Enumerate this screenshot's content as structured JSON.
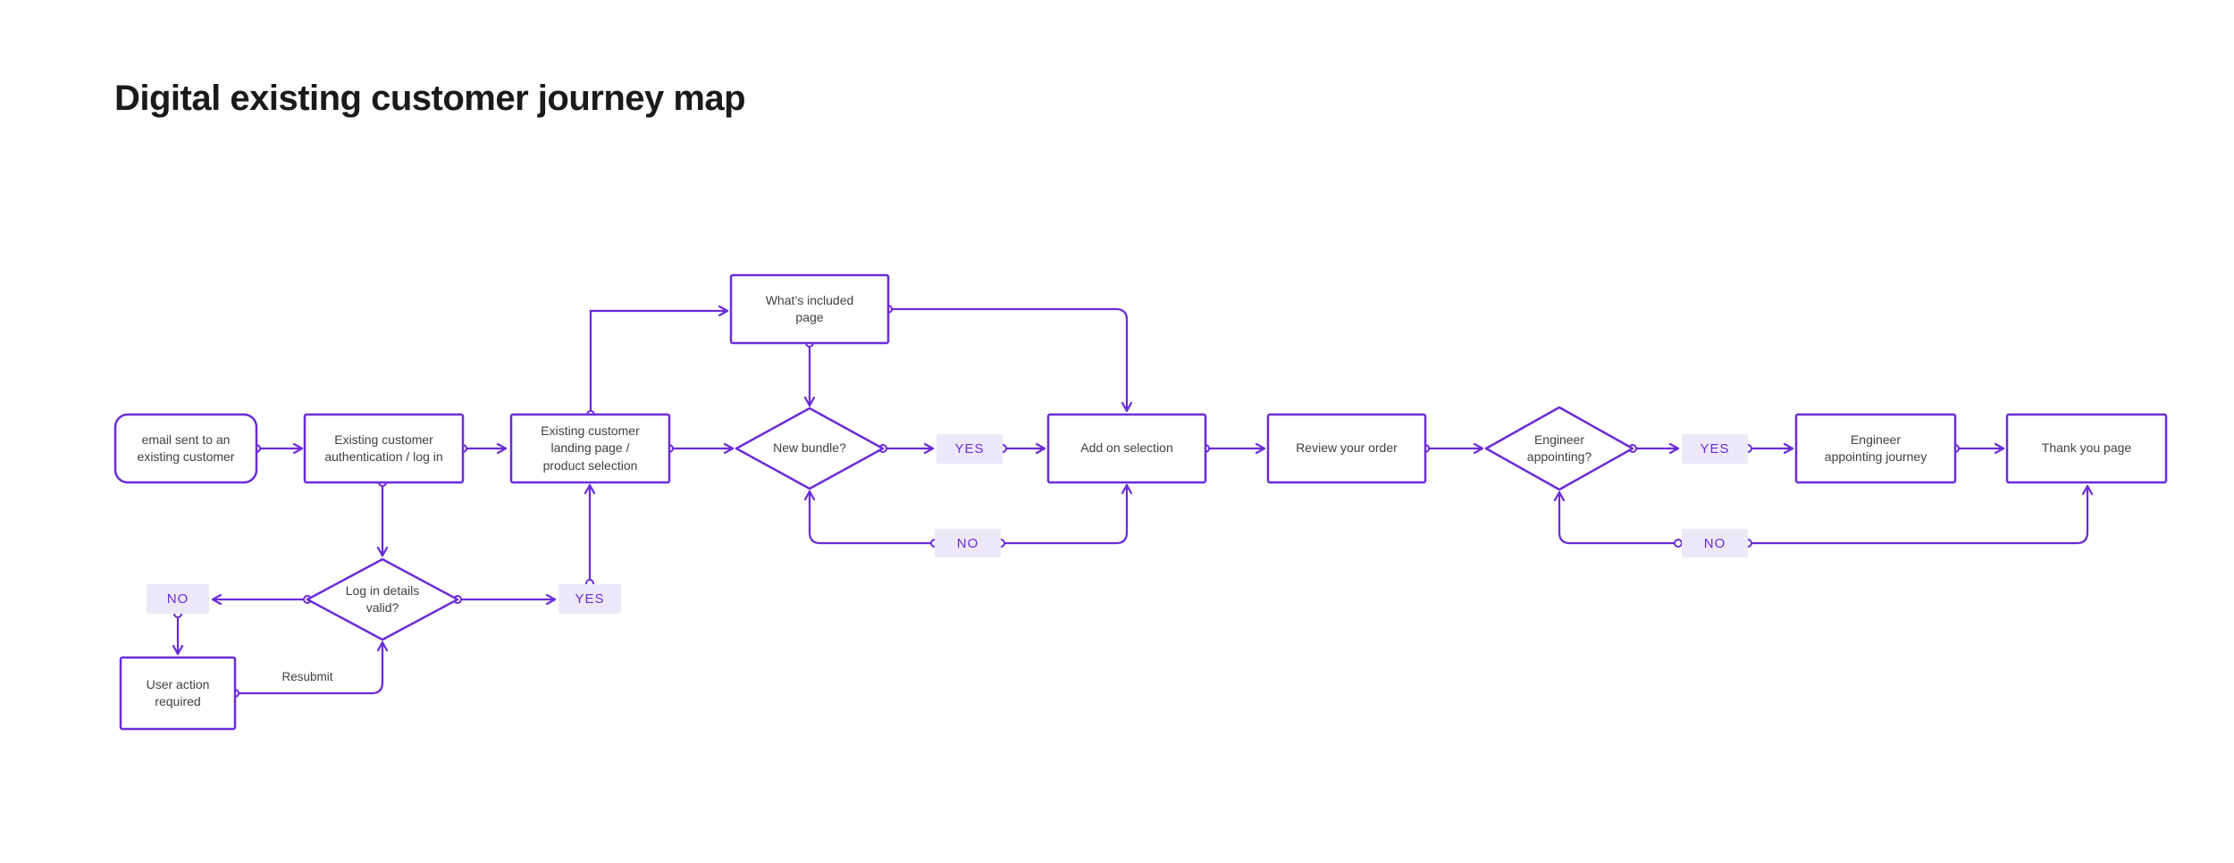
{
  "title": "Digital existing customer journey map",
  "colors": {
    "accent": "#6B2BD8",
    "badge_background": "#EDE8F8",
    "node_text": "#3F3F3F",
    "title_text": "#1A1A1A"
  },
  "nodes": {
    "email": {
      "label": "email sent to an\nexisting customer",
      "shape": "rounded-rectangle"
    },
    "auth": {
      "label": "Existing customer\nauthentication / log in",
      "shape": "rectangle"
    },
    "landing": {
      "label": "Existing customer\nlanding page /\nproduct selection",
      "shape": "rectangle"
    },
    "whats_included": {
      "label": "What’s included\npage",
      "shape": "rectangle"
    },
    "new_bundle": {
      "label": "New bundle?",
      "shape": "diamond"
    },
    "add_on": {
      "label": "Add on selection",
      "shape": "rectangle"
    },
    "review": {
      "label": "Review your order",
      "shape": "rectangle"
    },
    "engineer_appointing": {
      "label": "Engineer\nappointing?",
      "shape": "diamond"
    },
    "engineer_journey": {
      "label": "Engineer\nappointing journey",
      "shape": "rectangle"
    },
    "thank_you": {
      "label": "Thank you page",
      "shape": "rectangle"
    },
    "login_valid": {
      "label": "Log in details\nvalid?",
      "shape": "diamond"
    },
    "user_action": {
      "label": "User action\nrequired",
      "shape": "rectangle"
    }
  },
  "badges": {
    "new_bundle_yes": "YES",
    "new_bundle_no": "NO",
    "engineer_yes": "YES",
    "engineer_no": "NO",
    "login_no": "NO",
    "login_yes": "YES"
  },
  "edge_labels": {
    "resubmit": "Resubmit"
  }
}
